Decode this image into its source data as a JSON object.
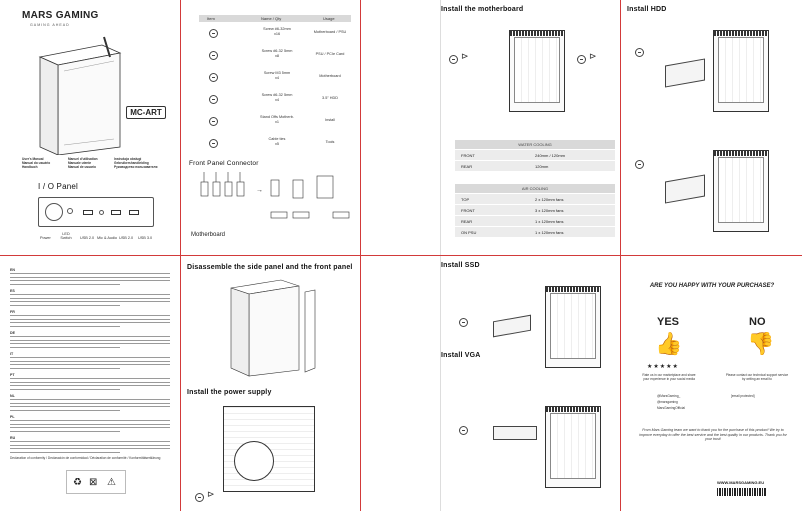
{
  "brand": {
    "logo": "MARS GAMING",
    "tagline": "GAMING AHEAD",
    "model": "MC-ART"
  },
  "cover": {
    "manuals": [
      "User's Manual\nManual do usuário\nHandbuch",
      "Manuel d'utilisation\nManuale utente\nManual de usuario",
      "Instrukcja obsługi\nGebruikershandleiding\nРуководство пользователя"
    ]
  },
  "io_panel": {
    "title": "I / O Panel",
    "labels": [
      "Power",
      "LED Switch",
      "USB 2.0",
      "Mic & Audio",
      "USB 2.0",
      "USB 3.0"
    ]
  },
  "accessories": {
    "headers": [
      "Item",
      "Name / Qty",
      "Usage"
    ],
    "rows": [
      {
        "name": "Screw #6-32mm\nx16",
        "usage": "Motherboard / PSU"
      },
      {
        "name": "Screw #6-32 5mm\nx8",
        "usage": "PSU / PCIe Card"
      },
      {
        "name": "Screw M3 5mm\nx4",
        "usage": "Motherboard"
      },
      {
        "name": "Screw #6-32 5mm\nx4",
        "usage": "3.5\" HDD"
      },
      {
        "name": "Stand Offs Motherb.\nx1",
        "usage": "Install"
      },
      {
        "name": "Cable ties\nx5",
        "usage": "Tools"
      }
    ]
  },
  "front_panel": {
    "title": "Front Panel Connector",
    "motherboard_label": "Motherboard"
  },
  "install_mb": {
    "title": "Install the motherboard"
  },
  "watercooling": {
    "header": "WATER COOLING",
    "rows": [
      [
        "FRONT",
        "240mm / 120mm"
      ],
      [
        "REAR",
        "120mm"
      ]
    ]
  },
  "aircooling": {
    "header": "AIR COOLING",
    "rows": [
      [
        "TOP",
        "2 x 120mm fans"
      ],
      [
        "FRONT",
        "3 x 120mm fans"
      ],
      [
        "REAR",
        "1 x 120mm fans"
      ],
      [
        "ON PSU",
        "1 x 120mm fans"
      ]
    ]
  },
  "install_hdd": {
    "title": "Install HDD"
  },
  "text_page": {
    "paragraphs": [
      "EN",
      "ES",
      "FR",
      "DE",
      "IT",
      "PT",
      "NL",
      "PL",
      "RU"
    ],
    "footer": "Declaration of conformity / Declaración de conformidad / Déclaration de conformité / Konformitätserklärung"
  },
  "disassemble": {
    "title": "Disassemble the side panel and the front panel"
  },
  "install_psu": {
    "title": "Install the power supply"
  },
  "install_ssd": {
    "title": "Install SSD"
  },
  "install_vga": {
    "title": "Install VGA"
  },
  "feedback": {
    "question": "ARE YOU HAPPY WITH YOUR PURCHASE?",
    "yes": "YES",
    "no": "NO",
    "yes_text": "Rate us in our marketplace and share your experience in your social media",
    "no_text": "Please contact our technical support service by writing an email to",
    "socials": [
      "@MarsGaming_",
      "@marsgaming",
      "MarsGamingOfficial"
    ],
    "email": "[email protected]",
    "thanks": "From Mars Gaming team we want to thank you for the purchase of this product! We try to improve everyday to offer the best service and the best quality in our products. Thank you for your trust!",
    "website": "WWW.MARSGAMING.EU"
  },
  "colors": {
    "divider": "#d23a3a",
    "table_header": "#d9d9d9",
    "table_row": "#ececec"
  }
}
